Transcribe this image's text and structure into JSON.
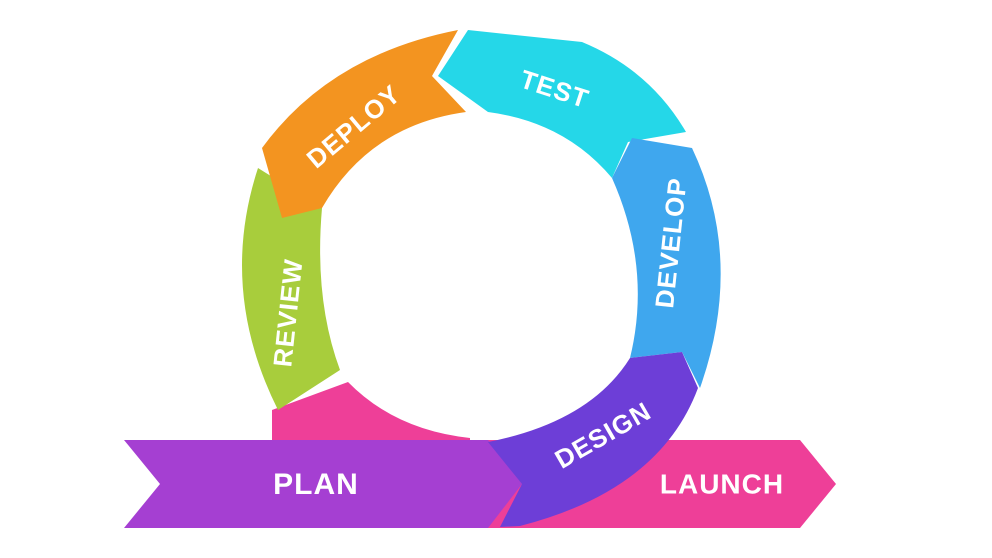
{
  "diagram": {
    "cycle": [
      {
        "key": "review",
        "label": "REVIEW",
        "color": "#a8cd3c"
      },
      {
        "key": "deploy",
        "label": "DEPLOY",
        "color": "#f39420"
      },
      {
        "key": "test",
        "label": "TEST",
        "color": "#25d7e8"
      },
      {
        "key": "develop",
        "label": "DEVELOP",
        "color": "#3fa7ee"
      },
      {
        "key": "design",
        "label": "DESIGN",
        "color": "#6d3ed7"
      }
    ],
    "bottom": [
      {
        "key": "plan",
        "label": "PLAN",
        "color": "#a53fd2"
      },
      {
        "key": "launch",
        "label": "LAUNCH",
        "color": "#ee3f98"
      }
    ],
    "loop_connector_color": "#ee3f98"
  }
}
